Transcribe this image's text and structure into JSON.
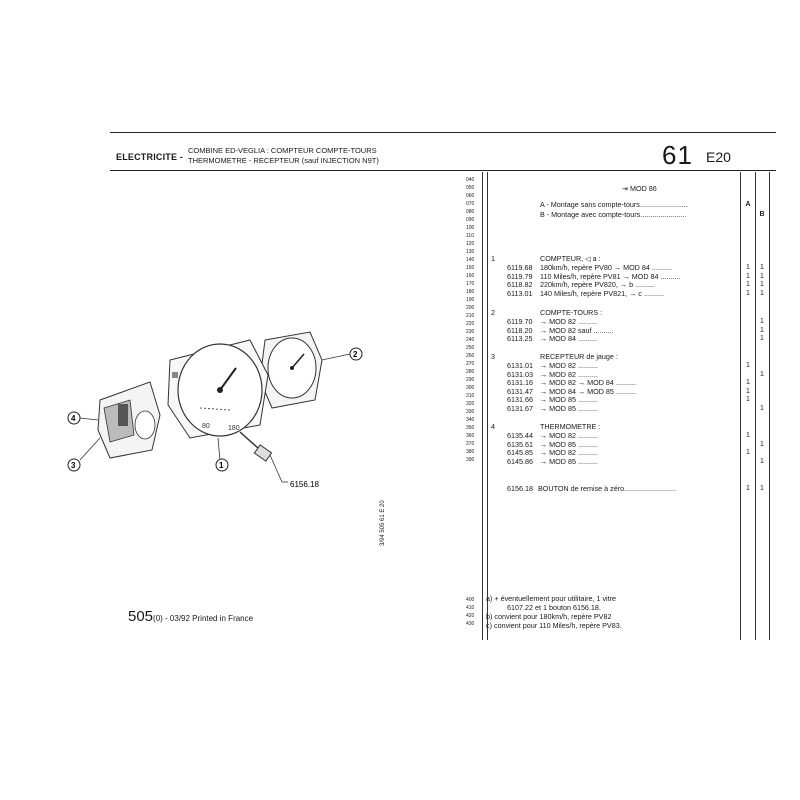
{
  "header": {
    "section": "ELECTRICITE -",
    "title_line1": "COMBINE ED-VEGLIA : COMPTEUR COMPTE-TOURS",
    "title_line2": "THERMOMETRE - RECEPTEUR (sauf INJECTION N9T)",
    "page_number": "61",
    "page_suffix": "E20"
  },
  "line_numbers": [
    "040",
    "050",
    "060",
    "070",
    "080",
    "090",
    "100",
    "110",
    "120",
    "130",
    "140",
    "150",
    "160",
    "170",
    "180",
    "190",
    "200",
    "210",
    "220",
    "230",
    "240",
    "250",
    "260",
    "270",
    "280",
    "290",
    "300",
    "310",
    "320",
    "330",
    "340",
    "350",
    "360",
    "370",
    "380",
    "390"
  ],
  "bottom_line_numbers": [
    "400",
    "410",
    "420",
    "430"
  ],
  "mod_header": "MOD 86",
  "options": [
    {
      "text": "A - Montage sans compte-tours",
      "col": "A"
    },
    {
      "text": "B - Montage avec compte-tours",
      "col": "B"
    }
  ],
  "groups": [
    {
      "ref": "1",
      "title": "COMPTEUR,",
      "title_extra": "a :",
      "items": [
        {
          "part": "6119.68",
          "desc": "180km/h, repère PV80",
          "mod": "MOD 84",
          "qa": "1",
          "qb": "1"
        },
        {
          "part": "6119.79",
          "desc": "110 Miles/h, repère PV81",
          "mod": "MOD 84",
          "qa": "1",
          "qb": "1"
        },
        {
          "part": "6118.82",
          "desc": "220km/h, repère PV820,",
          "mod": "b",
          "qa": "1",
          "qb": "1"
        },
        {
          "part": "6113.01",
          "desc": "140 Miles/h, repère PV821,",
          "mod": "c",
          "qa": "1",
          "qb": "1"
        }
      ]
    },
    {
      "ref": "2",
      "title": "COMPTE-TOURS :",
      "title_extra": "",
      "items": [
        {
          "part": "6119.70",
          "desc": "",
          "mod": "MOD 82",
          "qa": "",
          "qb": "1"
        },
        {
          "part": "6118.20",
          "desc": "",
          "mod": "MOD 82 sauf",
          "qa": "",
          "qb": "1"
        },
        {
          "part": "6113.25",
          "desc": "",
          "mod": "MOD 84",
          "qa": "",
          "qb": "1"
        }
      ]
    },
    {
      "ref": "3",
      "title": "RECEPTEUR de jauge :",
      "title_extra": "",
      "items": [
        {
          "part": "6131.01",
          "desc": "",
          "mod": "MOD 82",
          "qa": "1",
          "qb": ""
        },
        {
          "part": "6131.03",
          "desc": "",
          "mod": "MOD 82",
          "qa": "",
          "qb": "1"
        },
        {
          "part": "6131.16",
          "desc": "",
          "mod": "MOD 82 → MOD 84",
          "qa": "1",
          "qb": ""
        },
        {
          "part": "6131.47",
          "desc": "",
          "mod": "MOD 84 → MOD 85",
          "qa": "1",
          "qb": ""
        },
        {
          "part": "6131.66",
          "desc": "",
          "mod": "MOD 85",
          "qa": "1",
          "qb": ""
        },
        {
          "part": "6131.67",
          "desc": "",
          "mod": "MOD 85",
          "qa": "",
          "qb": "1"
        }
      ]
    },
    {
      "ref": "4",
      "title": "THERMOMETRE :",
      "title_extra": "",
      "items": [
        {
          "part": "6135.44",
          "desc": "",
          "mod": "MOD 82",
          "qa": "1",
          "qb": ""
        },
        {
          "part": "6135.61",
          "desc": "",
          "mod": "MOD 85",
          "qa": "",
          "qb": "1"
        },
        {
          "part": "6145.85",
          "desc": "",
          "mod": "MOD 82",
          "qa": "1",
          "qb": ""
        },
        {
          "part": "6145.86",
          "desc": "",
          "mod": "MOD 85",
          "qa": "",
          "qb": "1"
        }
      ]
    }
  ],
  "bouton": {
    "part": "6156.18",
    "desc": "BOUTON de remise à zéro",
    "qa": "1",
    "qb": "1"
  },
  "notes": [
    "a)  +  éventuellement pour utilitaire, 1 vitre",
    "6107.22 et 1 bouton 6156.18.",
    "b) convient pour 180km/h, repère PV82",
    "c) convient pour 110 Miles/h, repère PV83."
  ],
  "diagram": {
    "callouts": [
      "1",
      "2",
      "3",
      "4"
    ],
    "part_ref": "6156.18"
  },
  "footer": {
    "model": "505",
    "suffix": "(0) - 03/92 Printed in France",
    "vertical_code": "3/94  505  61 E 20"
  }
}
